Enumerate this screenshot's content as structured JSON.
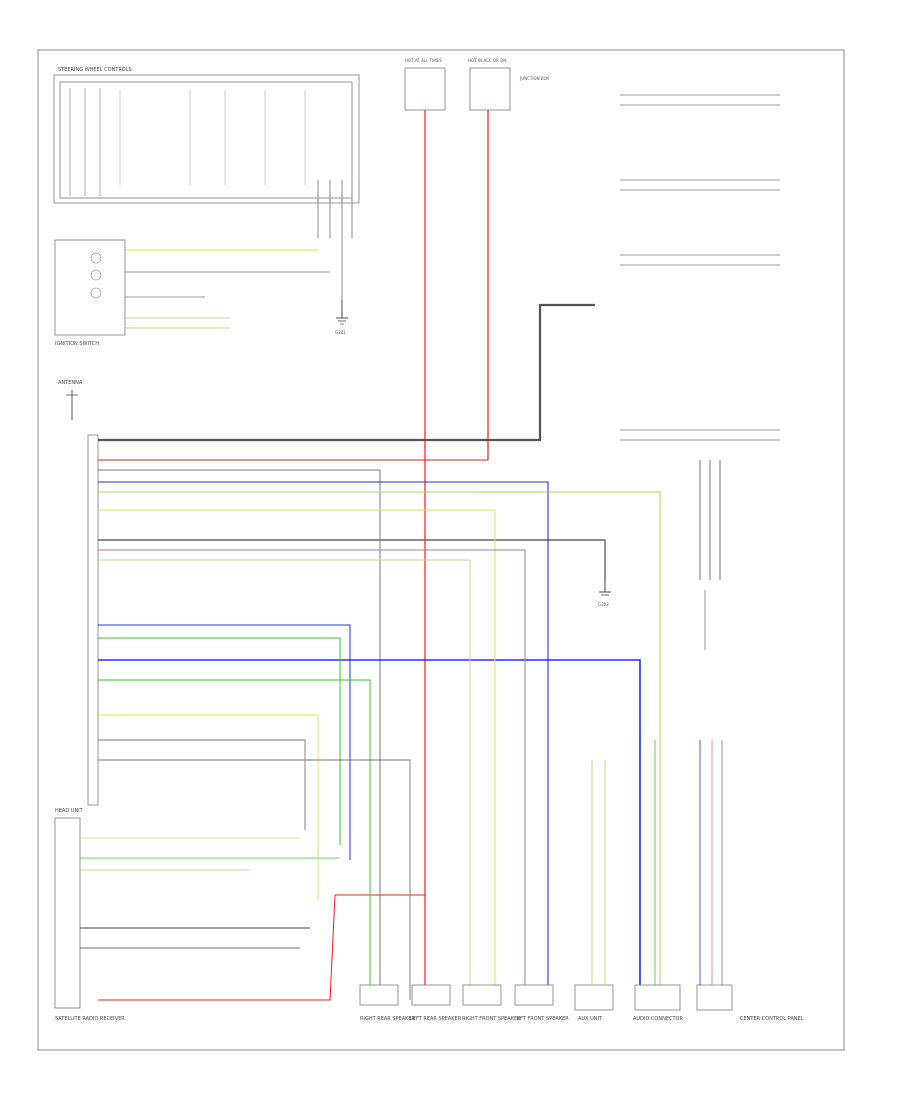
{
  "diagram": {
    "page_code": "",
    "components": {
      "steering_controls": "STEERING WHEEL CONTROLS",
      "ignition_switch": "IGNITION SWITCH",
      "headunit": "HEAD UNIT",
      "antenna": "ANTENNA",
      "satellite_receiver": "SATELLITE RADIO RECEIVER",
      "right_rear_speaker": "RIGHT REAR SPEAKER",
      "left_rear_speaker": "LEFT REAR SPEAKER",
      "right_front_speaker": "RIGHT FRONT SPEAKER",
      "left_front_speaker": "LEFT FRONT SPEAKER",
      "aux_unit": "AUX UNIT",
      "audio_connector": "AUDIO CONNECTOR",
      "center_controls": "CENTER CONTROL PANEL",
      "fuse_left": "HOT AT ALL TIMES",
      "fuse_right": "HOT IN ACC OR ON",
      "junction_box": "JUNCTION BOX",
      "ground_g1": "G201",
      "ground_g2": "G302"
    },
    "wire_colors": {
      "red": "#ee1c1c",
      "blue": "#2233dd",
      "green": "#2ccc2c",
      "yellow": "#e6e62a",
      "gray": "#7a7a7a",
      "black": "#444444",
      "violet": "#9a7ab8",
      "tan": "#d9c89a",
      "light_green": "#a6d96a",
      "pink": "#e86a8a"
    }
  }
}
